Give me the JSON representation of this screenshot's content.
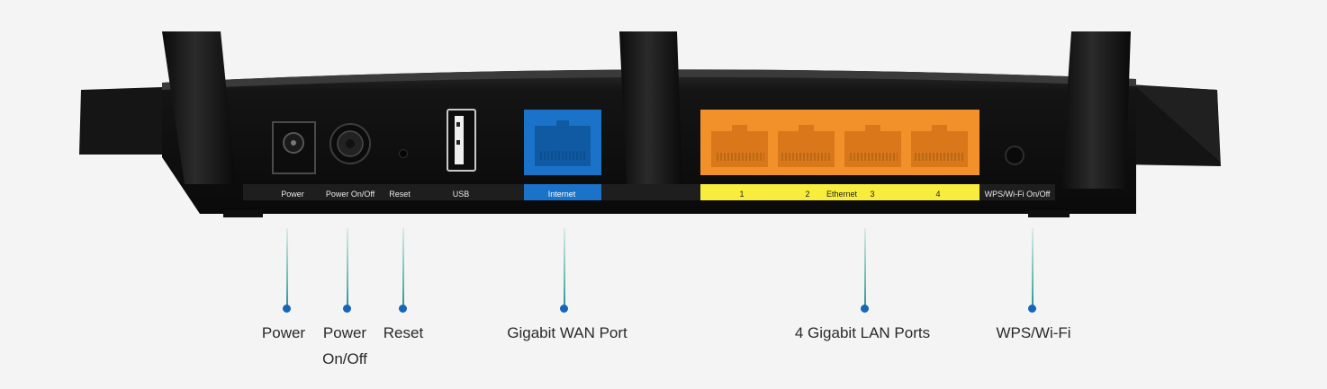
{
  "router": {
    "panel_labels": {
      "power": "Power",
      "power_onoff": "Power On/Off",
      "reset": "Reset",
      "usb": "USB",
      "internet": "Internet",
      "lan1": "1",
      "lan2": "2",
      "ethernet": "Ethernet",
      "lan3": "3",
      "lan4": "4",
      "wps": "WPS/Wi-Fi On/Off"
    },
    "colors": {
      "body": "#121212",
      "wan_port": "#1a73c9",
      "lan_ports": "#f2912a",
      "lan_strip": "#f8ec3c",
      "internet_strip": "#1a73c9",
      "label_strip": "#1e1e1e"
    }
  },
  "callouts": {
    "power": "Power",
    "power_onoff_line1": "Power",
    "power_onoff_line2": "On/Off",
    "reset": "Reset",
    "wan": "Gigabit WAN Port",
    "lan": "4 Gigabit LAN Ports",
    "wps": "WPS/Wi-Fi"
  }
}
